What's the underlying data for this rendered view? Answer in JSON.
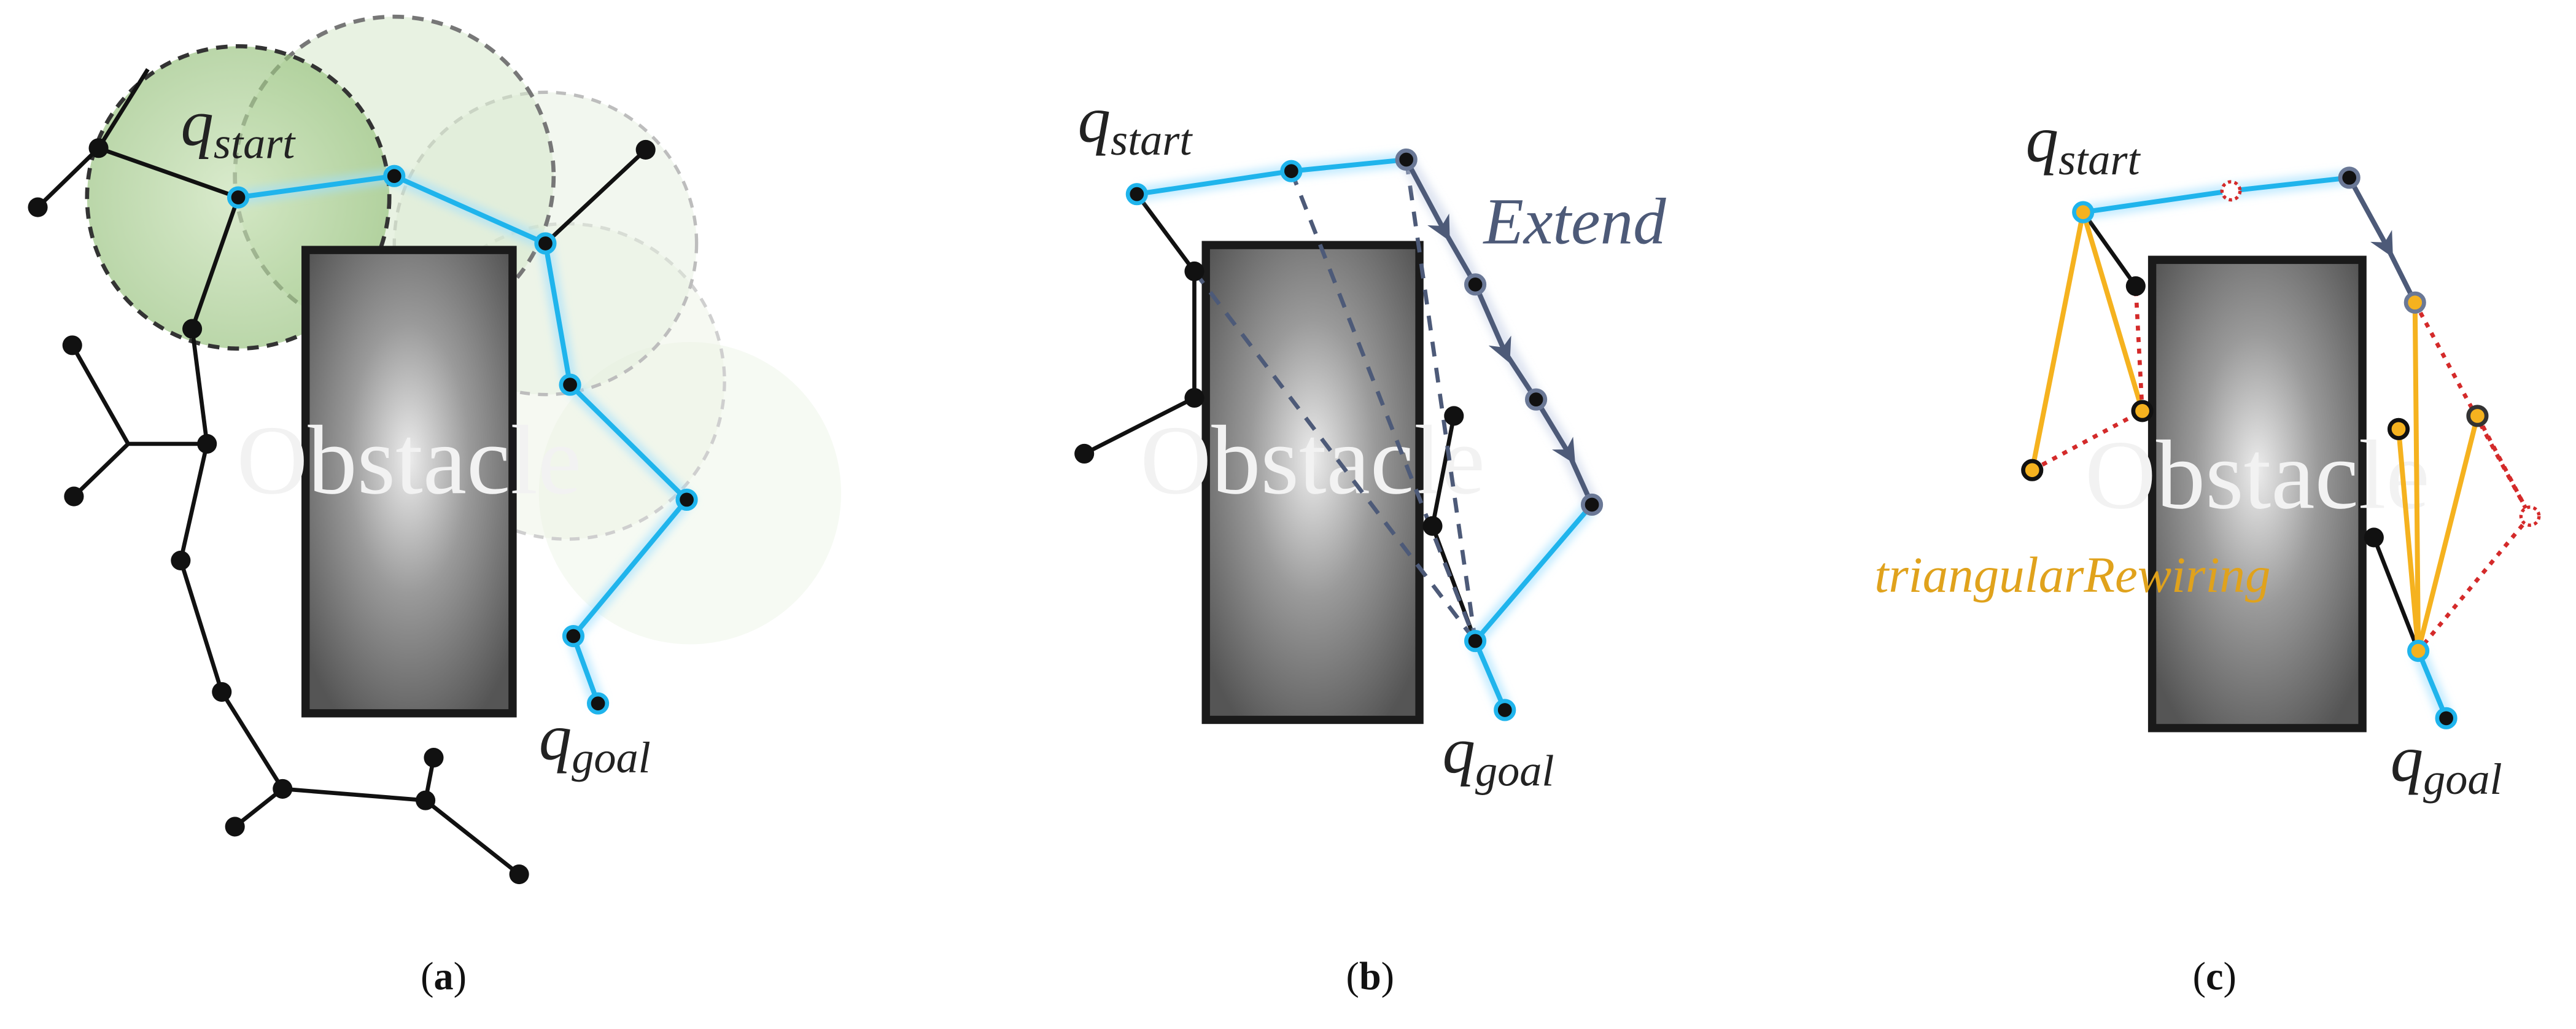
{
  "panels": {
    "a": {
      "obstacle_label": "Obstacle",
      "start": {
        "q": "q",
        "sub": "start"
      },
      "goal": {
        "q": "q",
        "sub": "goal"
      },
      "caption": {
        "open": "(",
        "letter": "a",
        "close": ")"
      }
    },
    "b": {
      "obstacle_label": "Obstacle",
      "start": {
        "q": "q",
        "sub": "start"
      },
      "goal": {
        "q": "q",
        "sub": "goal"
      },
      "annotation": "Extend",
      "caption": {
        "open": "(",
        "letter": "b",
        "close": ")"
      }
    },
    "c": {
      "obstacle_label": "Obstacle",
      "start": {
        "q": "q",
        "sub": "start"
      },
      "goal": {
        "q": "q",
        "sub": "goal"
      },
      "annotation": "triangularRewiring",
      "caption": {
        "open": "(",
        "letter": "c",
        "close": ")"
      }
    }
  },
  "colors": {
    "path": "#1fb4ec",
    "tree": "#111111",
    "extend_arrow": "#4d5a78",
    "rewire": "#f5b21f",
    "removed": "#d42a2a",
    "neighborhood": "#b9d8a4"
  }
}
